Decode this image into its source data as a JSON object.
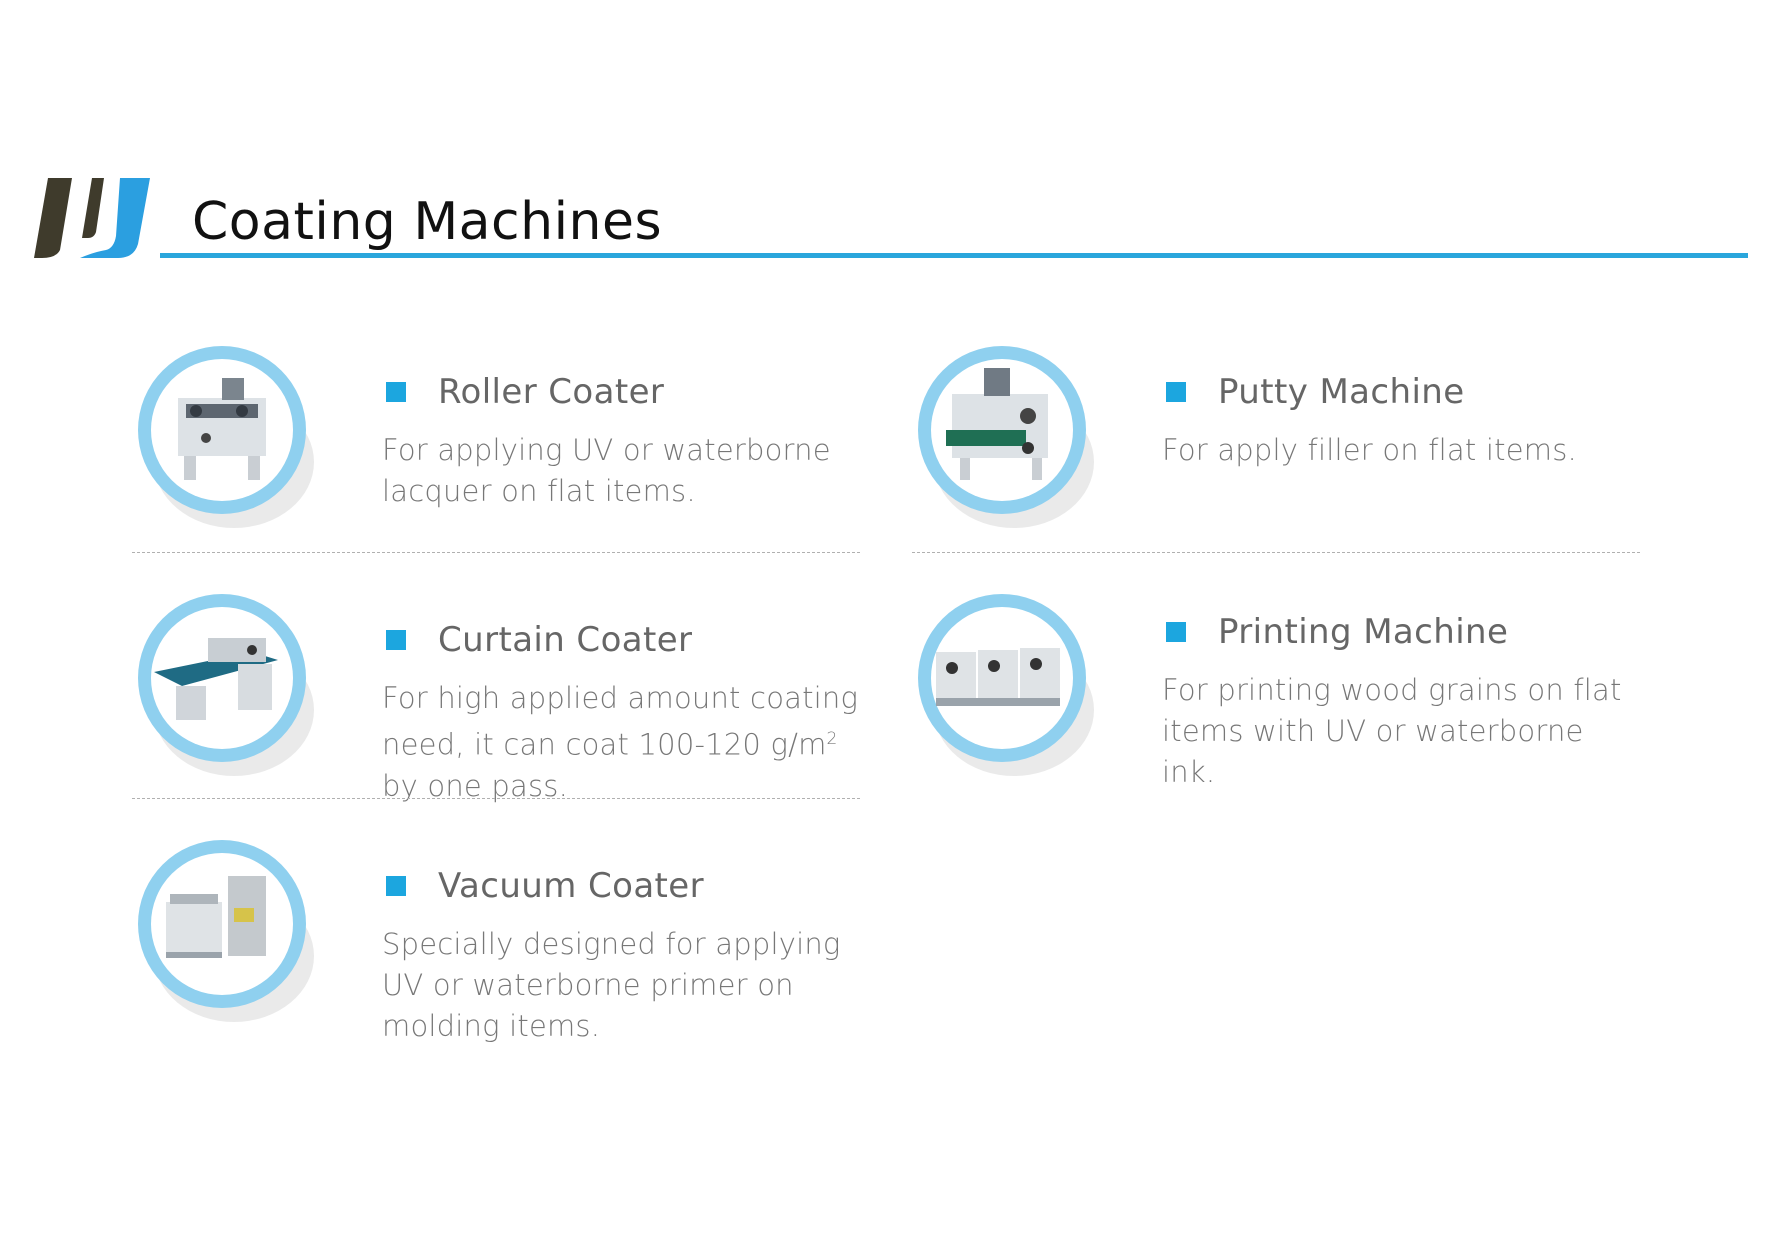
{
  "header": {
    "title": "Coating Machines"
  },
  "colors": {
    "accent": "#1ca6df",
    "ring": "#8fd0ef",
    "logo_dark": "#3f3b2c",
    "logo_blue": "#2b9fe0"
  },
  "machines": [
    {
      "name": "Roller Coater",
      "icon": "roller-coater-photo",
      "description": "For applying UV or waterborne lacquer on flat items."
    },
    {
      "name": "Putty Machine",
      "icon": "putty-machine-photo",
      "description": "For apply filler on flat items."
    },
    {
      "name": "Curtain Coater",
      "icon": "curtain-coater-photo",
      "description_pre": "For high applied amount coating need, it can coat 100-120 g/m",
      "description_sup": "2",
      "description_post": " by one pass."
    },
    {
      "name": "Printing Machine",
      "icon": "printing-machine-photo",
      "description": "For printing wood grains on flat items with UV or waterborne ink."
    },
    {
      "name": "Vacuum Coater",
      "icon": "vacuum-coater-photo",
      "description": "Specially designed for applying UV or waterborne primer on molding items."
    }
  ]
}
